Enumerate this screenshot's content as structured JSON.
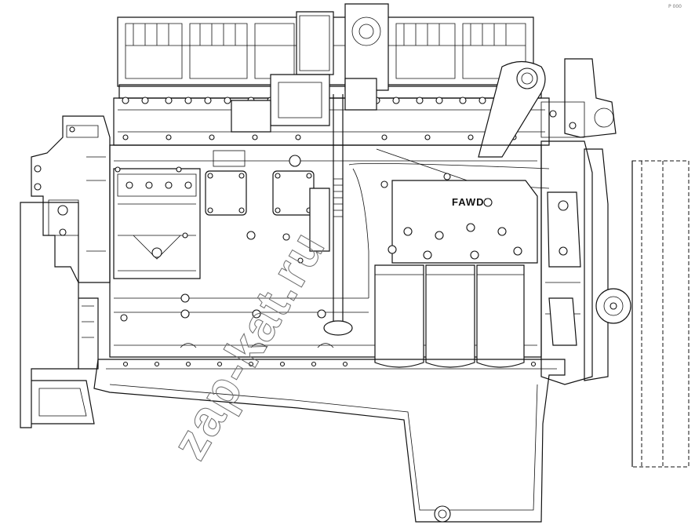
{
  "drawing": {
    "brand_label": "FAWDE",
    "watermark_text": "zap-kat.ru",
    "corner_code": "P 000",
    "line_color": "#111111",
    "watermark_color": "#6d6d6d",
    "background_color": "#ffffff"
  }
}
